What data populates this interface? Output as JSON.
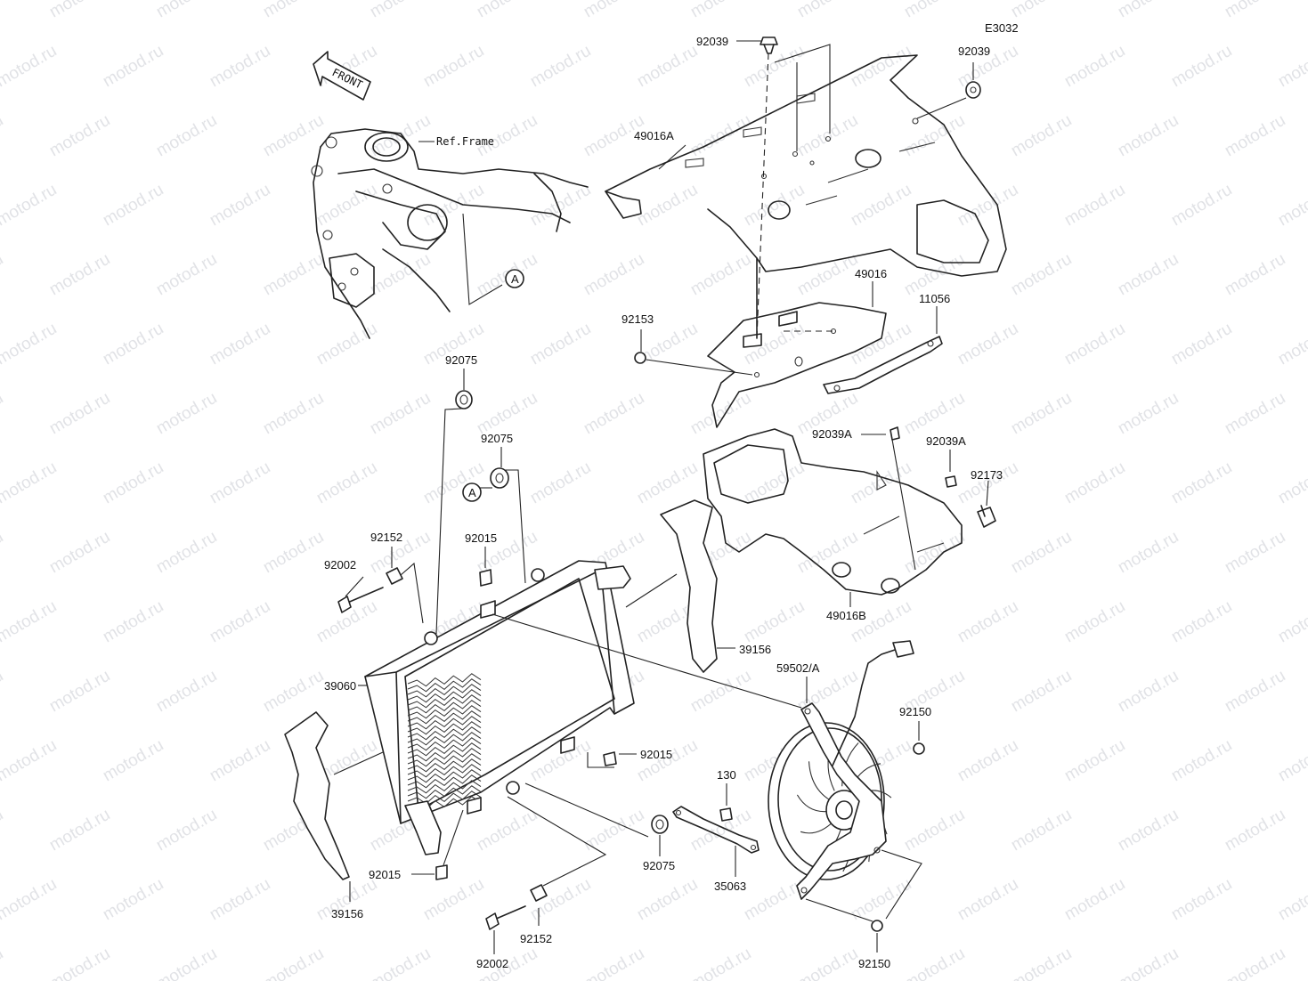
{
  "diagram": {
    "code": "E3032",
    "watermark": "motod.ru",
    "front_label": "FRONT",
    "ref_label": "Ref.Frame",
    "callout_ref": "A",
    "part_labels": {
      "p92039_top": "92039",
      "p92039_right": "92039",
      "p49016A": "49016A",
      "p49016": "49016",
      "p11056": "11056",
      "p92153": "92153",
      "p92075_a": "92075",
      "p92075_b": "92075",
      "p92039A_a": "92039A",
      "p92039A_b": "92039A",
      "p92173": "92173",
      "p92152_top": "92152",
      "p92015_top": "92015",
      "p92002_top": "92002",
      "p49016B": "49016B",
      "p39156_right": "39156",
      "p39060": "39060",
      "p59502A": "59502/A",
      "p92150_upper": "92150",
      "p92015_mid": "92015",
      "p130": "130",
      "p92075_c": "92075",
      "p92015_bottom": "92015",
      "p35063": "35063",
      "p39156_left": "39156",
      "p92152_bottom": "92152",
      "p92002_bottom": "92002",
      "p92150_lower": "92150"
    }
  }
}
